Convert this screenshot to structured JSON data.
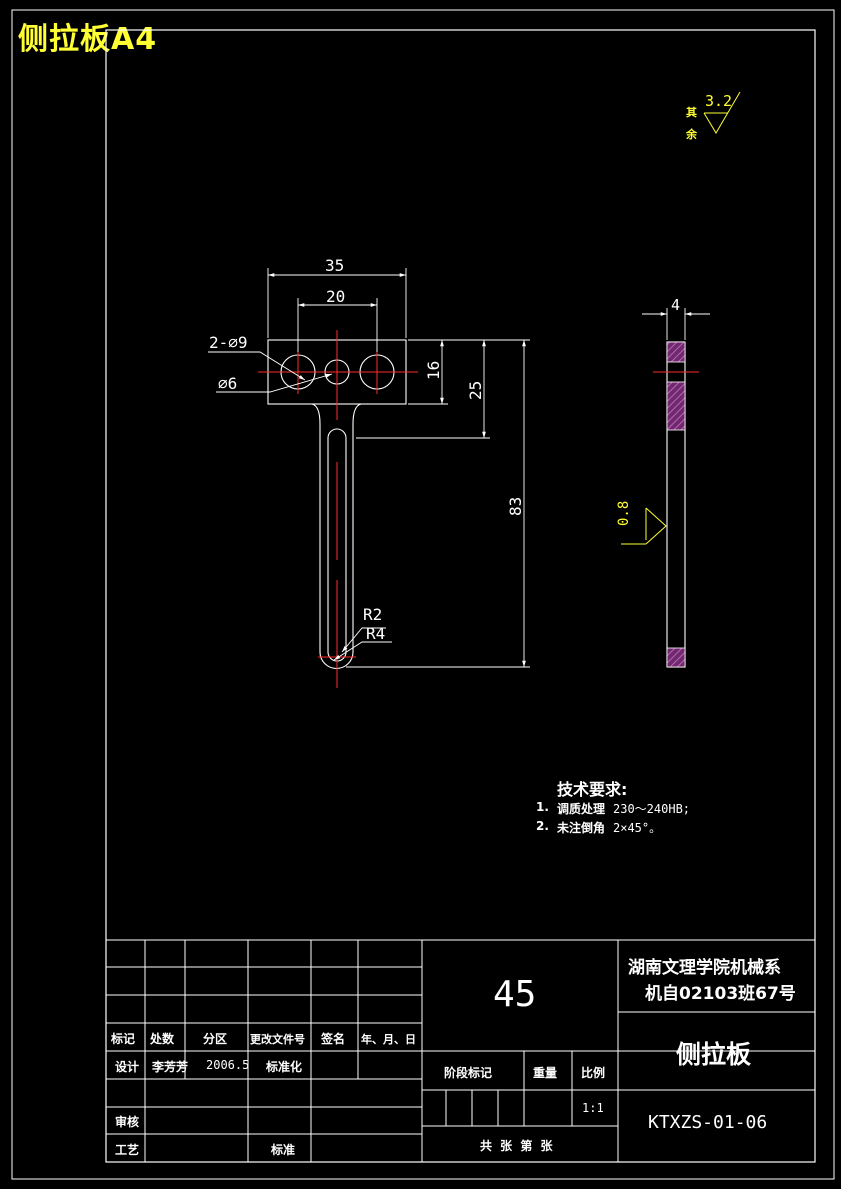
{
  "sheet_title": "侧拉板A4",
  "roughness": {
    "other_label_line1": "其",
    "other_label_line2": "余",
    "general_value": "3.2",
    "surface_value": "0.8"
  },
  "dimensions": {
    "d35": "35",
    "d20": "20",
    "holes": "2-⌀9",
    "hole_small": "⌀6",
    "d16": "16",
    "d25": "25",
    "d83": "83",
    "r2": "R2",
    "r4": "R4",
    "d4": "4"
  },
  "tech": {
    "heading": "技术要求:",
    "item1_num": "1.",
    "item1_text": "调质处理",
    "item1_value": "230～240HB;",
    "item2_num": "2.",
    "item2_text": "未注倒角",
    "item2_value": "2×45°。"
  },
  "title_block": {
    "material": "45",
    "school": "湖南文理学院机械系",
    "class_no": "机自02103班67号",
    "part_name": "侧拉板",
    "drawing_no": "KTXZS-01-06",
    "h_mark": "标记",
    "h_count": "处数",
    "h_zone": "分区",
    "h_docno": "更改文件号",
    "h_sign": "签名",
    "h_date": "年、月、日",
    "design": "设计",
    "designer": "李芳芳",
    "design_date": "2006.5",
    "standardize": "标准化",
    "stage_mark": "阶段标记",
    "weight": "重量",
    "scale": "比例",
    "scale_value": "1:1",
    "review": "审核",
    "process": "工艺",
    "approve": "标准",
    "sheets": "共 张 第 张"
  },
  "colors": {
    "line": "#ffffff",
    "center": "#ff2a2a",
    "note": "#ffff33",
    "hatch": "#a03c9a"
  }
}
